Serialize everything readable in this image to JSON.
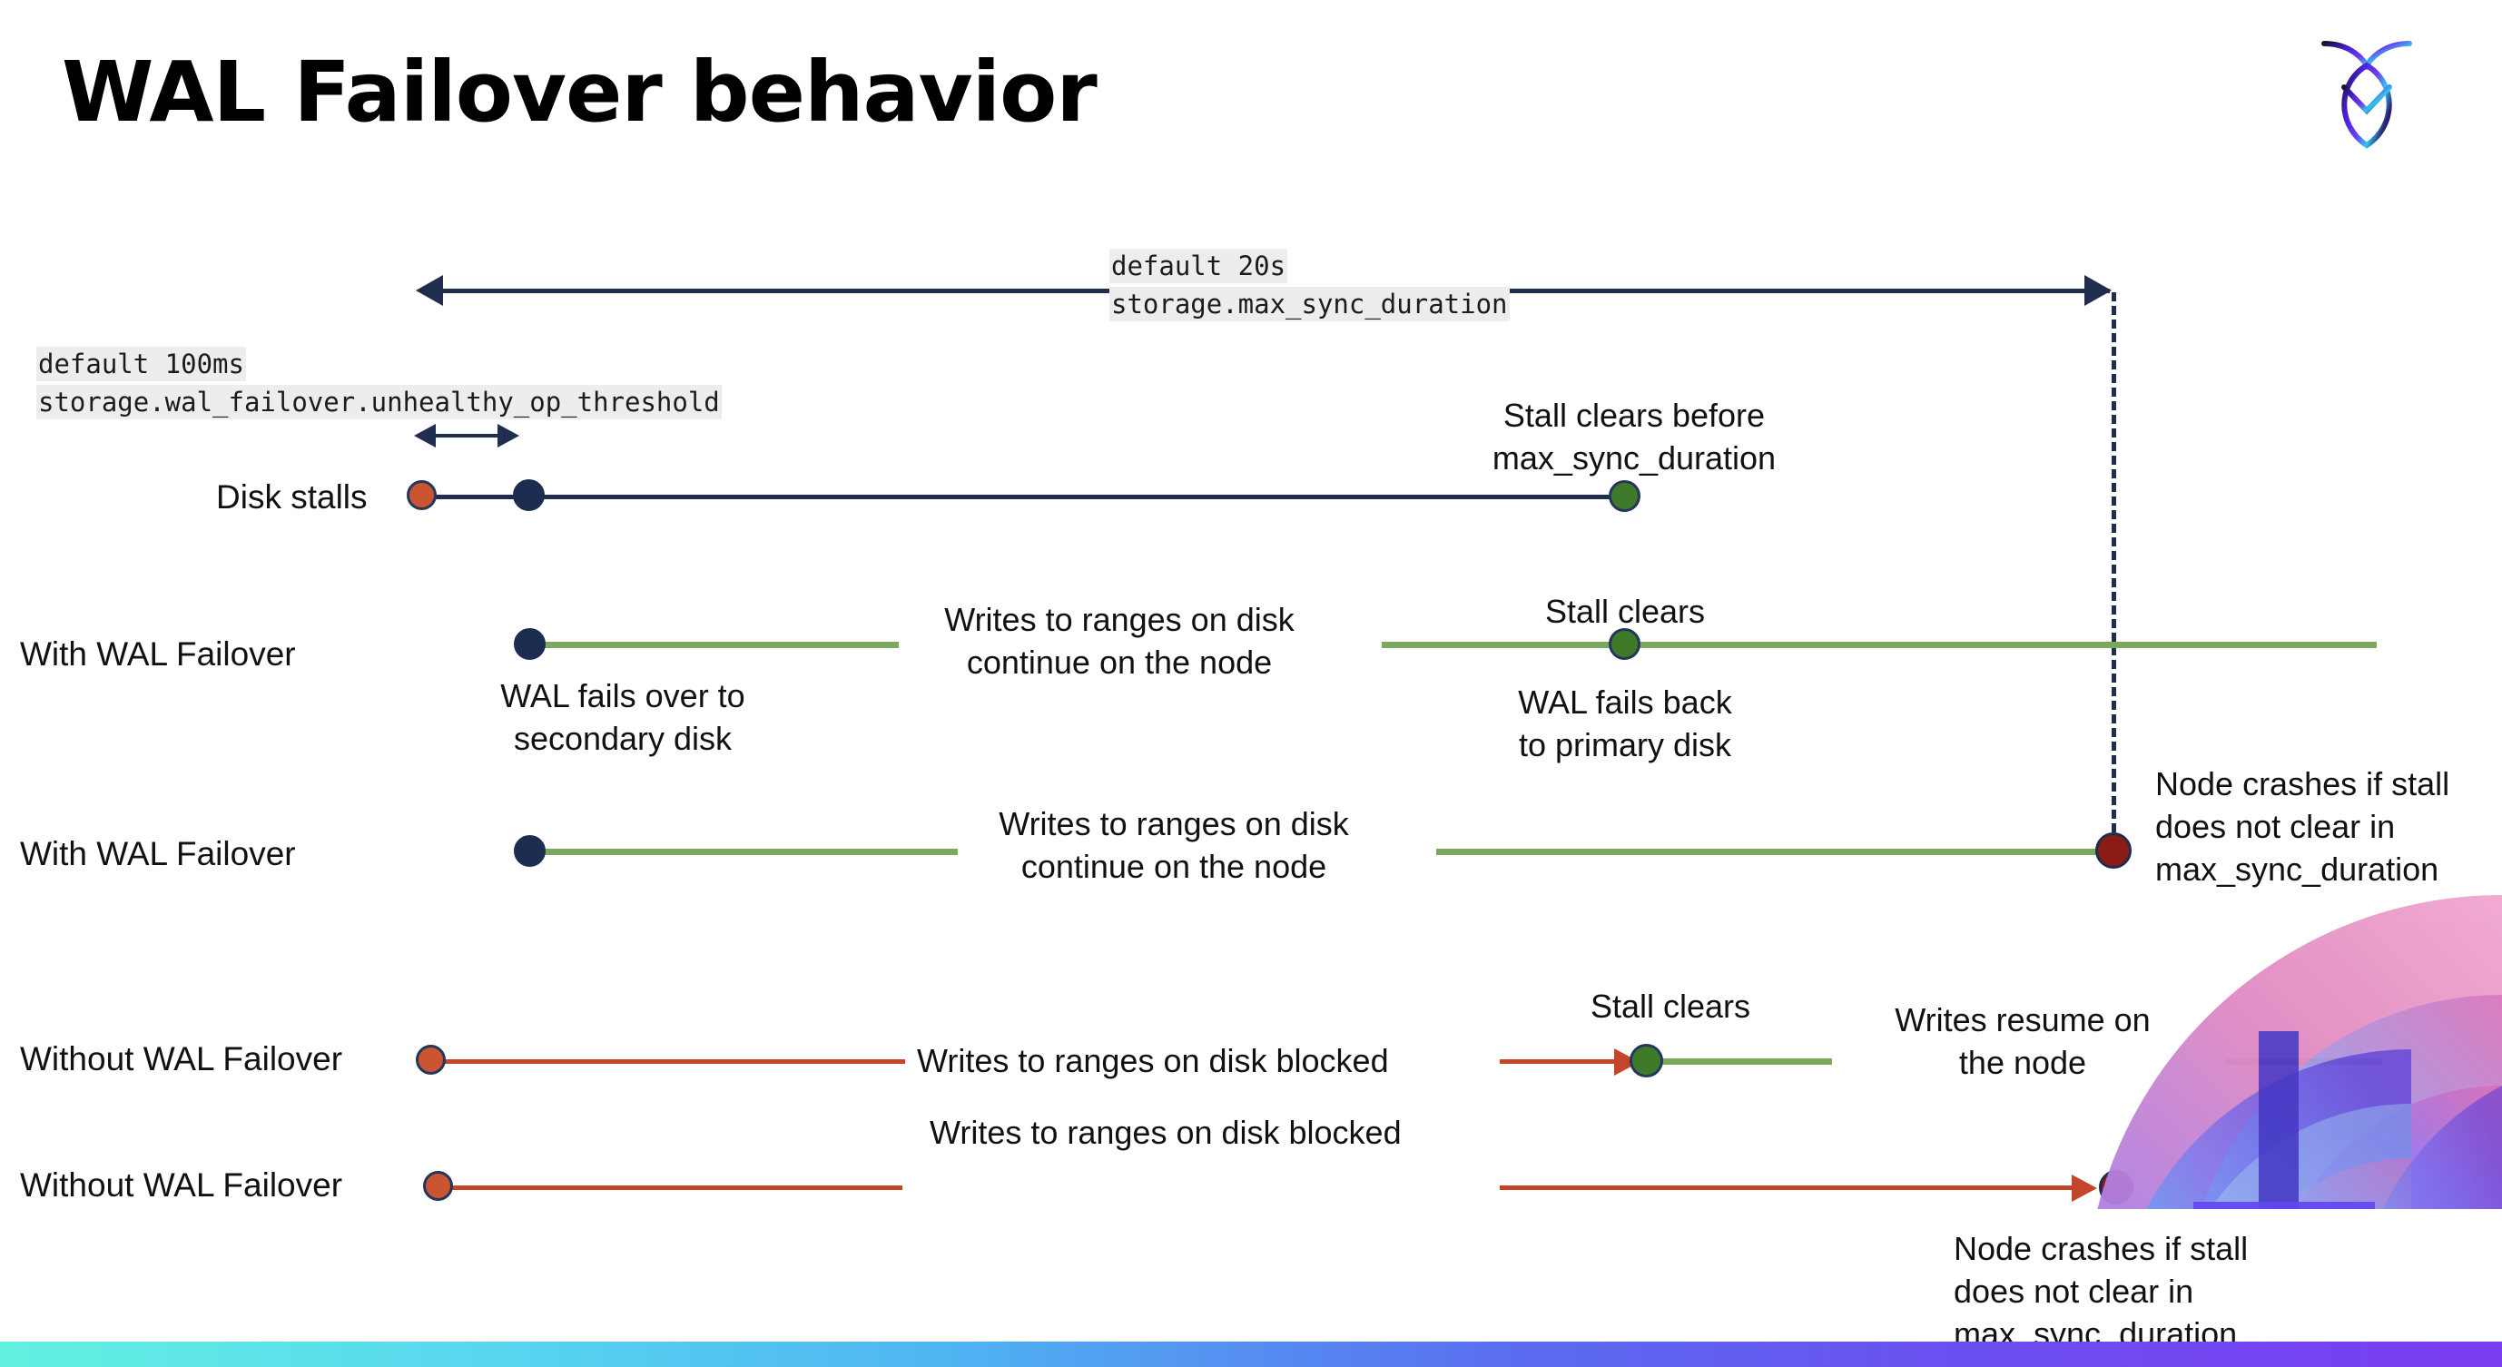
{
  "slide": {
    "title": "WAL Failover behavior",
    "logo_name": "cockroach-labs-logo",
    "bottom_band_gradient": "#62f0e0 → #7b3df0"
  },
  "annotations": {
    "max_sync": {
      "line1": "default 20s",
      "line2": "storage.max_sync_duration"
    },
    "unhealthy_op": {
      "line1": "default 100ms",
      "line2": "storage.wal_failover.unhealthy_op_threshold"
    }
  },
  "rows": [
    {
      "id": "disk-stalls",
      "label": "Disk stalls",
      "note_top": "Stall clears before\nmax_sync_duration",
      "note_top_l1": "Stall clears before",
      "note_top_l2": "max_sync_duration"
    },
    {
      "id": "with-wal-failover-1",
      "label": "With WAL Failover",
      "note_mid_l1": "Writes to ranges on disk",
      "note_mid_l2": "continue on the node",
      "note_above": "Stall clears",
      "note_below_l1": "WAL fails over to",
      "note_below_l2": "secondary disk",
      "note_below2_l1": "WAL fails  back",
      "note_below2_l2": "to primary disk"
    },
    {
      "id": "with-wal-failover-2",
      "label": "With WAL Failover",
      "note_mid_l1": "Writes to ranges on disk",
      "note_mid_l2": "continue on the node",
      "note_right_l1": "Node crashes if stall",
      "note_right_l2": "does not clear in",
      "note_right_l3": "max_sync_duration"
    },
    {
      "id": "without-wal-failover-1",
      "label": "Without WAL Failover",
      "note_mid": "Writes to ranges on disk  blocked",
      "note_above": "Stall clears",
      "note_right_l1": "Writes resume on",
      "note_right_l2": "the node"
    },
    {
      "id": "without-wal-failover-2",
      "label": "Without WAL Failover",
      "note_mid": "Writes to ranges on disk  blocked",
      "note_right_l1": "Node crashes if stall",
      "note_right_l2": "does not clear in",
      "note_right_l3": "max_sync_duration"
    }
  ],
  "colors": {
    "navy": "#1d2d50",
    "green_line": "#7aa95c",
    "green_dot": "#3f7a2b",
    "orange_dot": "#cb5433",
    "red_line": "#c4462a",
    "dark_red_dot": "#8d1b15",
    "code_bg": "#ededed"
  }
}
